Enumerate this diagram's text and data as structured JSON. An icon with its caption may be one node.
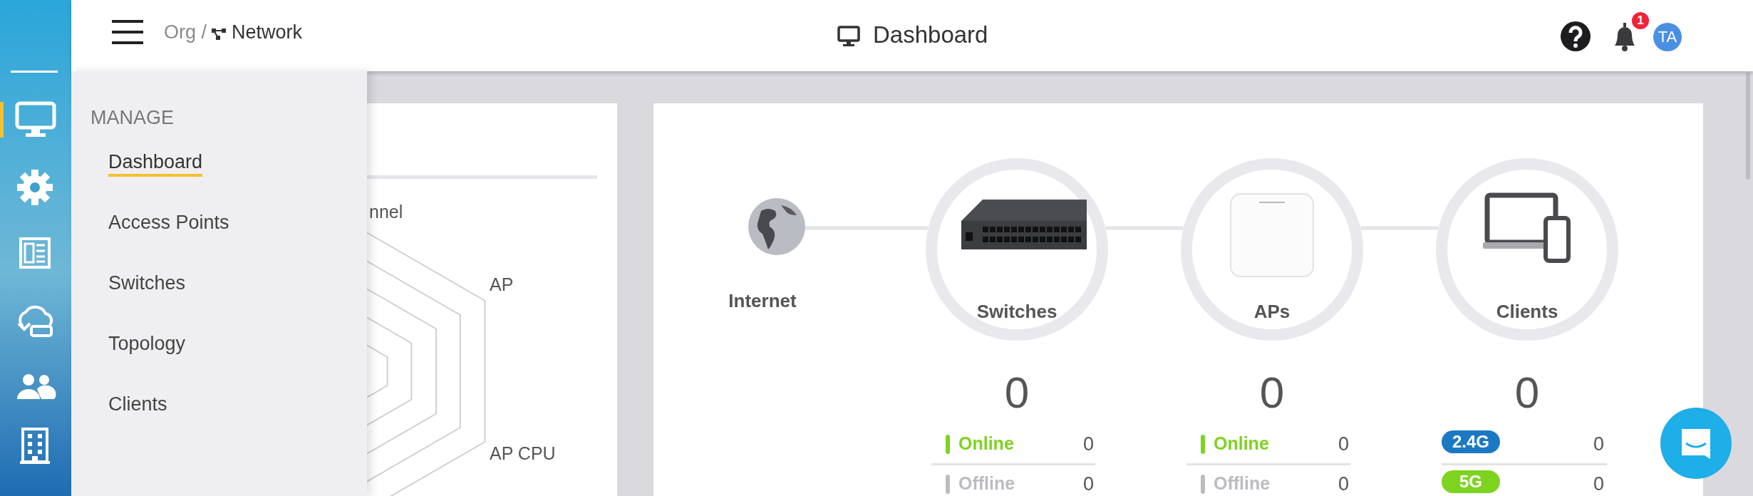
{
  "diagram": {
    "nodes": [
      {
        "text": [
          "Internet"
        ]
      },
      {
        "text": [
          "Switches"
        ]
      },
      {
        "text": [
          "APs"
        ]
      },
      {
        "text": [
          "Clients"
        ]
      }
    ],
    "edges": [
      {
        "from": 0,
        "to": 1,
        "arrow": "none"
      },
      {
        "from": 1,
        "to": 2,
        "arrow": "none"
      },
      {
        "from": 2,
        "to": 3,
        "arrow": "none"
      }
    ],
    "labels": [
      "Org /",
      "Network",
      "Dashboard",
      "1",
      "TA",
      "MANAGE",
      "Dashboard",
      "Access Points",
      "Switches",
      "Topology",
      "Clients",
      "nnel",
      "AP",
      "AP CPU",
      "0",
      "Online",
      "0",
      "Offline",
      "0",
      "0",
      "Online",
      "0",
      "Offline",
      "0",
      "0",
      "2.4G",
      "0",
      "5G",
      "0"
    ]
  }
}
